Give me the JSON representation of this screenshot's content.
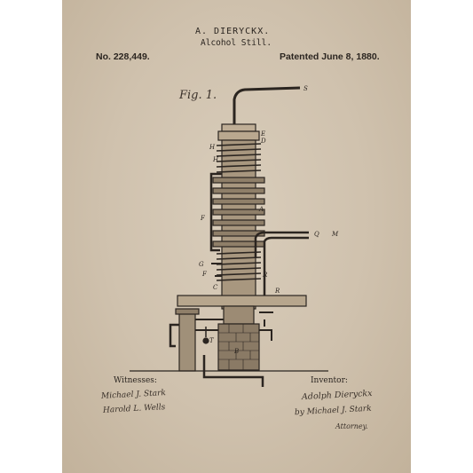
{
  "header": {
    "inventor_name": "A. DIERYCKX.",
    "title": "Alcohol Still.",
    "patent_number": "No. 228,449.",
    "patent_date": "Patented June 8, 1880."
  },
  "figure": {
    "label": "Fig. 1.",
    "letters": {
      "S": "S",
      "E": "E",
      "D": "D",
      "H1": "H",
      "H": "H",
      "A": "A",
      "F1": "F",
      "Q": "Q",
      "M": "M",
      "G": "G",
      "F": "F",
      "C": "C",
      "R1": "R",
      "R": "R",
      "T": "T",
      "B": "B"
    }
  },
  "footer": {
    "witnesses_label": "Witnesses:",
    "inventor_label": "Inventor:",
    "witness_signature_1": "Michael J. Stark",
    "witness_signature_2": "Harold L. Wells",
    "inventor_signature": "Adolph Dieryckx",
    "attorney_signature": "by Michael J. Stark",
    "attorney_label": "Attorney."
  },
  "colors": {
    "paper": "#cfc1ad",
    "ink": "#2b2520"
  }
}
